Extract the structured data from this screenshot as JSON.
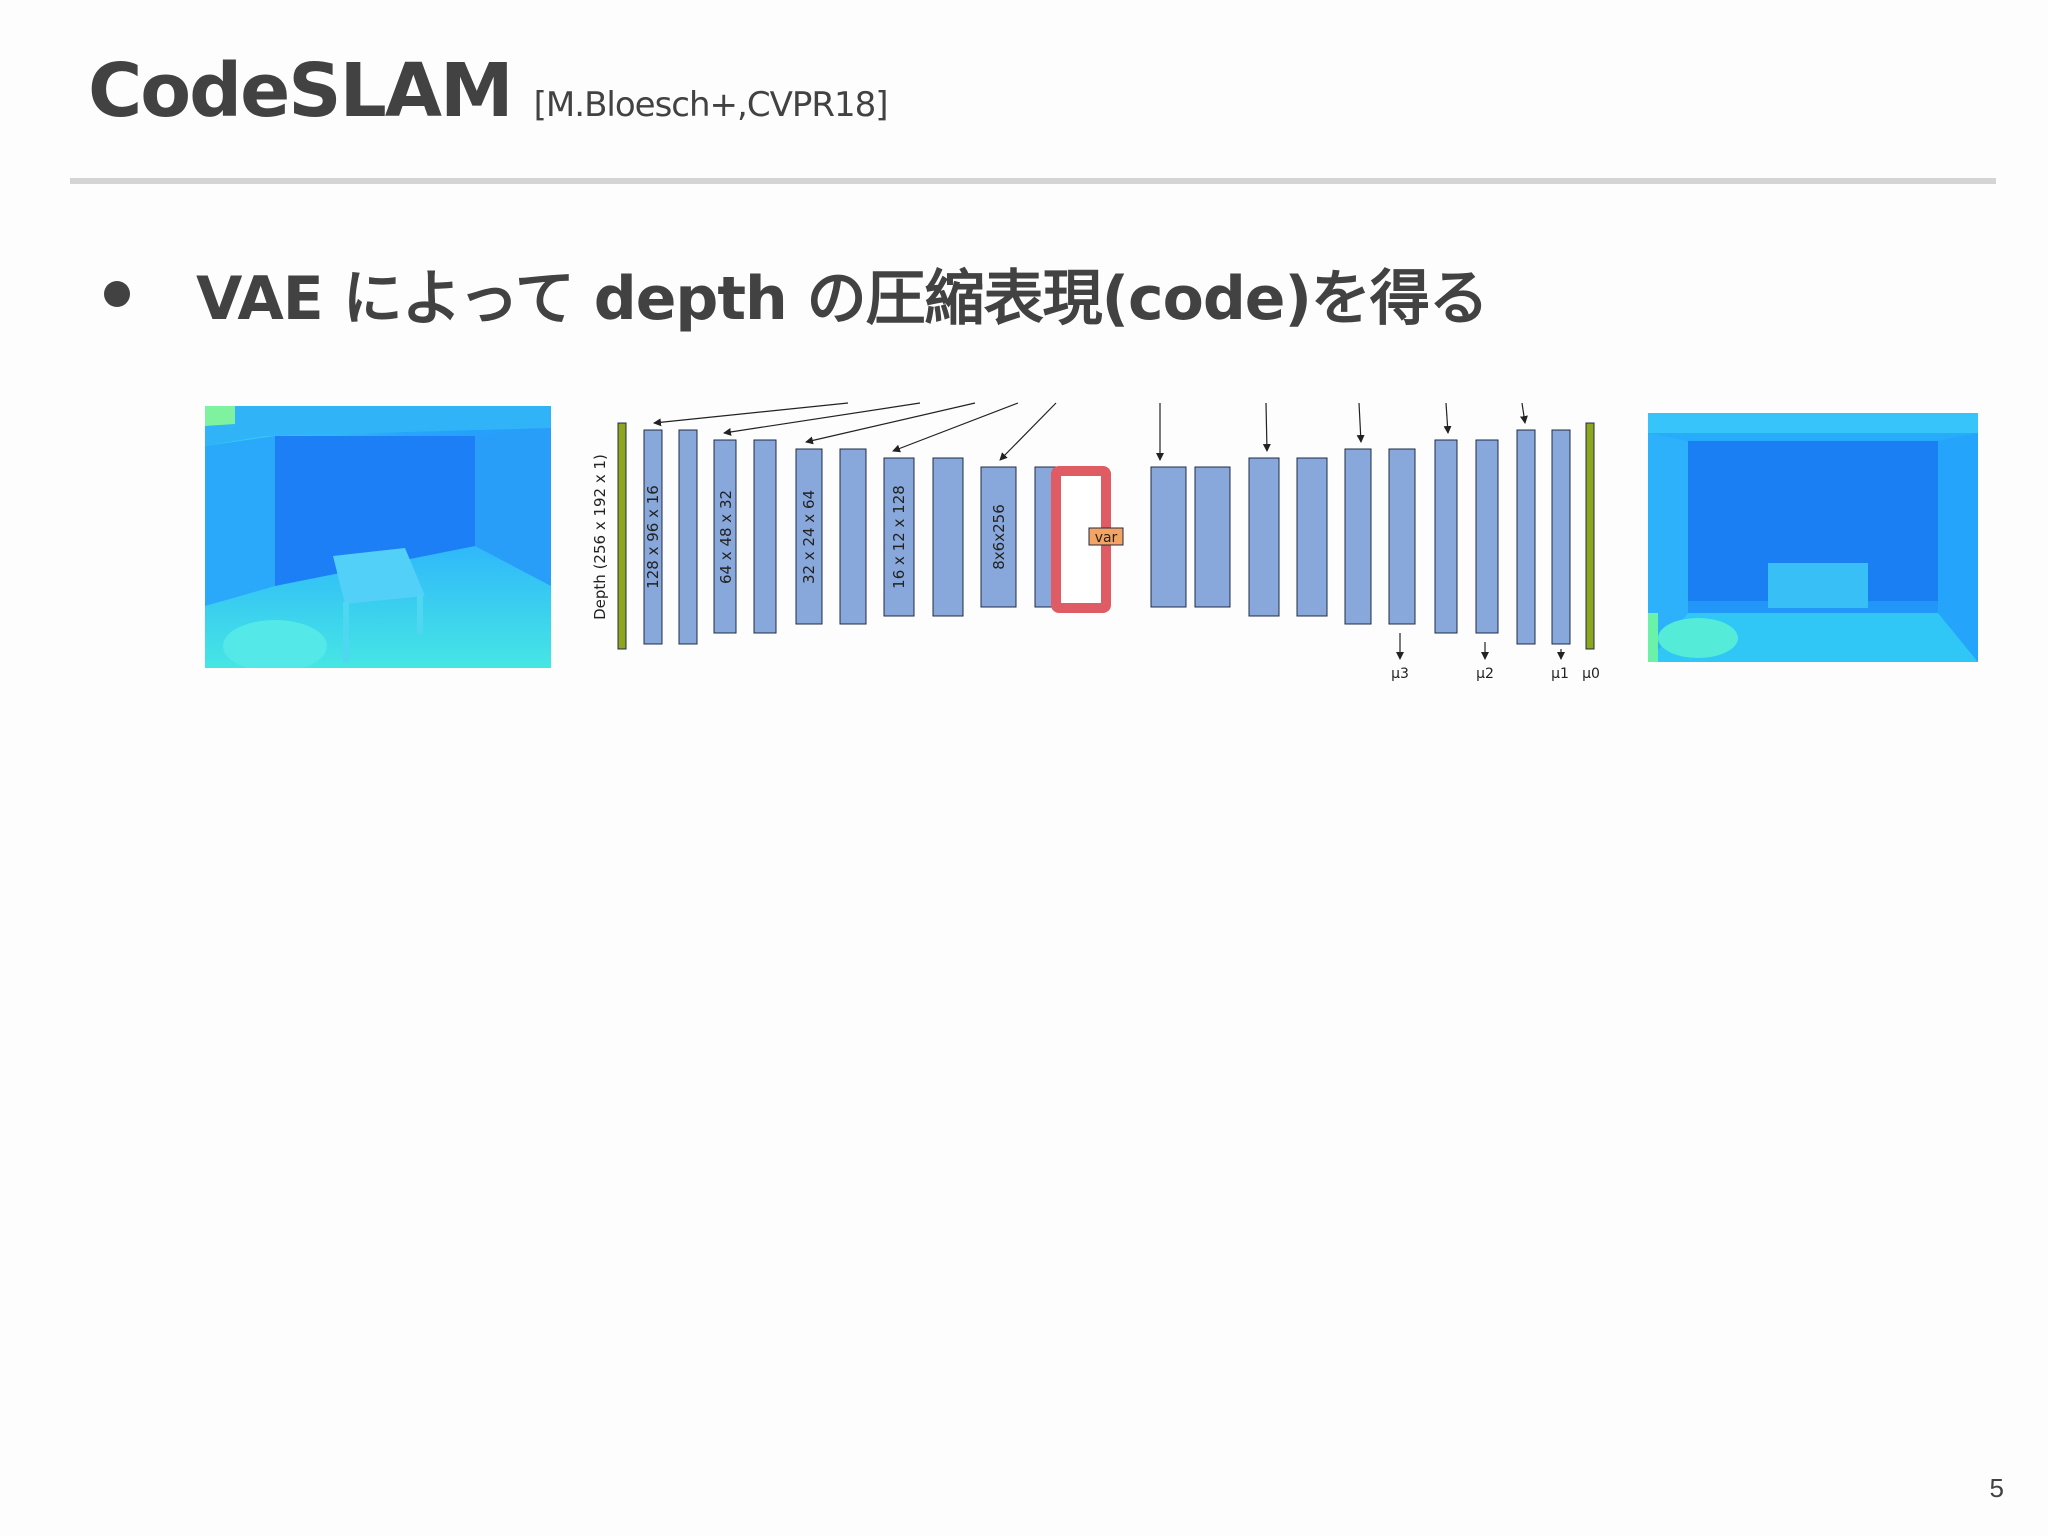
{
  "slide": {
    "title": "CodeSLAM",
    "citation": "[M.Bloesch+,CVPR18]",
    "bullet": "VAE によって depth の圧縮表現(code)を得る",
    "page_number": "5"
  },
  "diagram": {
    "input_label": "Depth (256 x 192 x 1)",
    "encoder_labels": [
      "128 x 96 x 16",
      "64 x 48 x 32",
      "32 x 24 x 64",
      "16 x 12 x 128",
      "8x6x256"
    ],
    "code_label": "var",
    "output_labels": [
      "μ3",
      "μ2",
      "μ1",
      "μ0"
    ],
    "colors": {
      "layer_fill": "#88a8dc",
      "layer_stroke": "#1f2a44",
      "io_fill": "#8ea61d",
      "highlight": "#e05c64",
      "var_fill": "#f4a460"
    }
  }
}
